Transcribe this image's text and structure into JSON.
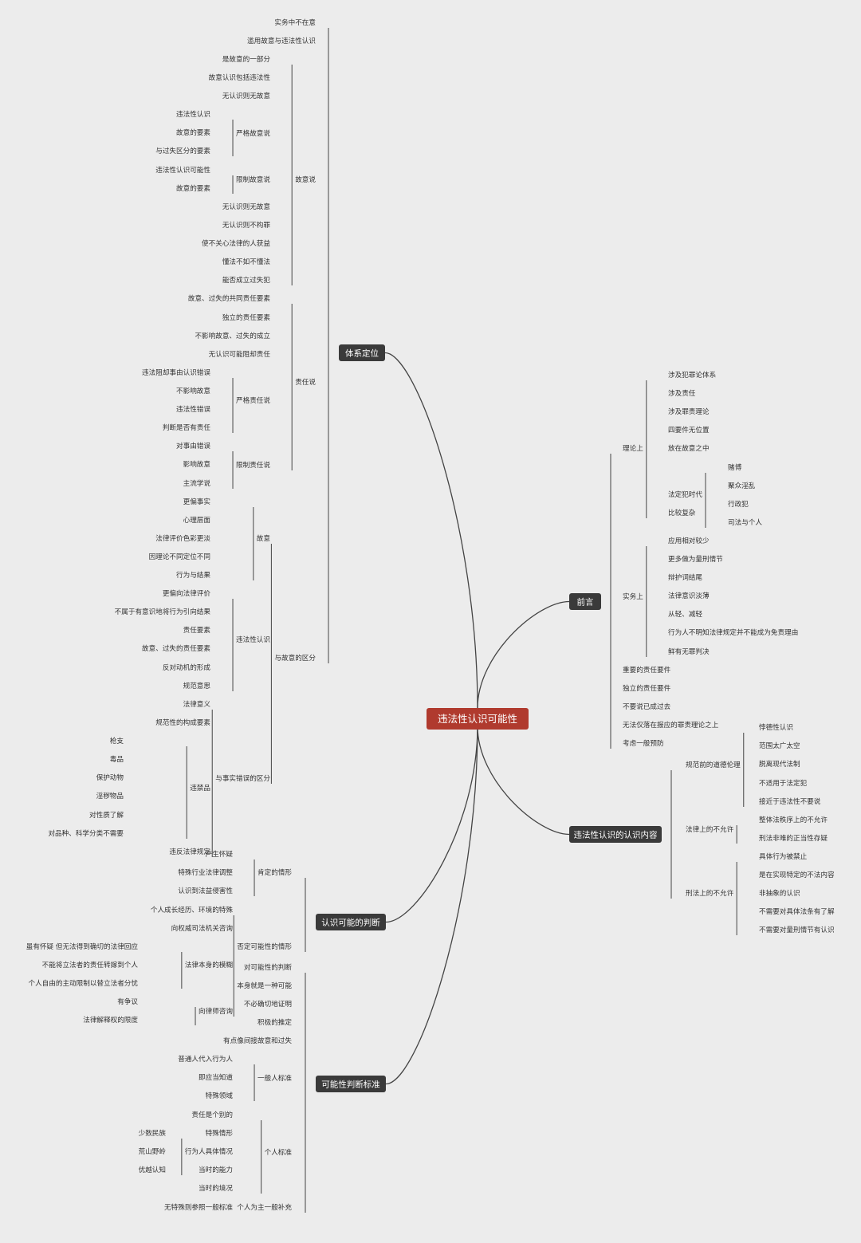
{
  "colors": {
    "background": "#ececec",
    "root": "#b03a2e",
    "topic": "#3a3a3a",
    "line": "#555555",
    "text": "#333333"
  },
  "root": {
    "label": "违法性认识可能性"
  },
  "topics": [
    {
      "id": "t1",
      "label": "体系定位",
      "children": [
        {
          "label": "实务中不在意"
        },
        {
          "label": "滥用故意与违法性认识"
        },
        {
          "label": "故意说",
          "children": [
            {
              "label": "是故意的一部分"
            },
            {
              "label": "故意认识包括违法性"
            },
            {
              "label": "无认识则无故意"
            },
            {
              "label": "严格故意说",
              "children": [
                {
                  "label": "违法性认识"
                },
                {
                  "label": "故意的要素"
                },
                {
                  "label": "与过失区分的要素"
                }
              ]
            },
            {
              "label": "限制故意说",
              "children": [
                {
                  "label": "违法性认识可能性"
                },
                {
                  "label": "故意的要素"
                }
              ]
            },
            {
              "label": "无认识则无故意"
            },
            {
              "label": "无认识则不构罪"
            },
            {
              "label": "使不关心法律的人获益"
            },
            {
              "label": "懂法不如不懂法"
            },
            {
              "label": "能否成立过失犯"
            }
          ]
        },
        {
          "label": "责任说",
          "children": [
            {
              "label": "故意、过失的共同责任要素"
            },
            {
              "label": "独立的责任要素"
            },
            {
              "label": "不影响故意、过失的成立"
            },
            {
              "label": "无认识可能阻却责任"
            },
            {
              "label": "严格责任说",
              "children": [
                {
                  "label": "违法阻却事由认识错误"
                },
                {
                  "label": "不影响故意"
                },
                {
                  "label": "违法性错误"
                },
                {
                  "label": "判断是否有责任"
                }
              ]
            },
            {
              "label": "限制责任说",
              "children": [
                {
                  "label": "对事由错误"
                },
                {
                  "label": "影响故意"
                },
                {
                  "label": "主流学说"
                }
              ]
            }
          ]
        },
        {
          "label": "与故意的区分",
          "children": [
            {
              "label": "故意",
              "children": [
                {
                  "label": "更偏事实"
                },
                {
                  "label": "心理层面"
                },
                {
                  "label": "法律评价色彩更淡"
                },
                {
                  "label": "因理论不同定位不同"
                },
                {
                  "label": "行为与结果"
                }
              ]
            },
            {
              "label": "违法性认识",
              "children": [
                {
                  "label": "更偏向法律评价"
                },
                {
                  "label": "不属于有意识地将行为引向结果"
                },
                {
                  "label": "责任要素"
                },
                {
                  "label": "故意、过失的责任要素"
                },
                {
                  "label": "反对动机的形成"
                },
                {
                  "label": "规范意思"
                }
              ]
            },
            {
              "label": "与事实错误的区分",
              "children": [
                {
                  "label": "法律意义"
                },
                {
                  "label": "规范性的构成要素"
                },
                {
                  "label": "违禁品",
                  "children": [
                    {
                      "label": "枪支"
                    },
                    {
                      "label": "毒品"
                    },
                    {
                      "label": "保护动物"
                    },
                    {
                      "label": "淫秽物品"
                    },
                    {
                      "label": "对性质了解"
                    },
                    {
                      "label": "对品种、科学分类不需要"
                    }
                  ]
                },
                {
                  "label": "违反法律规定"
                }
              ]
            }
          ]
        }
      ]
    },
    {
      "id": "t2",
      "label": "认识可能的判断",
      "children": [
        {
          "label": "肯定的情形",
          "children": [
            {
              "label": "产生怀疑"
            },
            {
              "label": "特殊行业法律调整"
            },
            {
              "label": "认识到法益侵害性"
            }
          ]
        },
        {
          "label": "否定可能性的情形",
          "children": [
            {
              "label": "个人成长经历、环境的特殊"
            },
            {
              "label": "向权威司法机关咨询"
            },
            {
              "label": "法律本身的模糊",
              "children": [
                {
                  "label": "虽有怀疑 但无法得到确切的法律回应"
                },
                {
                  "label": "不能将立法者的责任转嫁到个人"
                },
                {
                  "label": "个人自由的主动限制以替立法者分忧"
                }
              ]
            },
            {
              "label": "向律师咨询",
              "children": [
                {
                  "label": "有争议"
                },
                {
                  "label": "法律解释权的限度"
                }
              ]
            }
          ]
        }
      ]
    },
    {
      "id": "t3",
      "label": "可能性判断标准",
      "children": [
        {
          "label": "对可能性的判断"
        },
        {
          "label": "本身就是一种可能"
        },
        {
          "label": "不必确切地证明"
        },
        {
          "label": "积极的推定"
        },
        {
          "label": "有点像间接故意和过失"
        },
        {
          "label": "一般人标准",
          "children": [
            {
              "label": "普通人代入行为人"
            },
            {
              "label": "即应当知道"
            },
            {
              "label": "特殊领域"
            }
          ]
        },
        {
          "label": "个人标准",
          "children": [
            {
              "label": "责任是个别的"
            },
            {
              "label": "特殊情形"
            },
            {
              "label": "行为人具体情况",
              "children": [
                {
                  "label": "少数民族"
                },
                {
                  "label": "荒山野岭"
                },
                {
                  "label": "优越认知"
                }
              ]
            },
            {
              "label": "当时的能力"
            },
            {
              "label": "当时的境况"
            }
          ]
        },
        {
          "label": "个人为主一般补充",
          "children": [
            {
              "label": "无特殊则参照一般标准"
            }
          ]
        }
      ]
    },
    {
      "id": "t4",
      "label": "前言",
      "children": [
        {
          "label": "理论上",
          "children": [
            {
              "label": "涉及犯罪论体系"
            },
            {
              "label": "涉及责任"
            },
            {
              "label": "涉及罪责理论"
            },
            {
              "label": "四要件无位置"
            },
            {
              "label": "放在故意之中"
            },
            {
              "label": "法定犯时代",
              "children": [
                {
                  "label": "赌博"
                },
                {
                  "label": "聚众淫乱"
                },
                {
                  "label": "行政犯"
                },
                {
                  "label": "司法与个人"
                }
              ]
            },
            {
              "label": "比较复杂"
            }
          ]
        },
        {
          "label": "实务上",
          "children": [
            {
              "label": "应用相对较少"
            },
            {
              "label": "更多做为量刑情节"
            },
            {
              "label": "辩护词结尾"
            },
            {
              "label": "法律意识淡薄"
            },
            {
              "label": "从轻、减轻"
            },
            {
              "label": "行为人不明知法律规定并不能成为免责理由"
            },
            {
              "label": "鲜有无罪判决"
            }
          ]
        },
        {
          "label": "重要的责任要件"
        },
        {
          "label": "独立的责任要件"
        },
        {
          "label": "不要说已成过去"
        },
        {
          "label": "无法仅落在报应的罪责理论之上"
        },
        {
          "label": "考虑一般预防"
        }
      ]
    },
    {
      "id": "t5",
      "label": "违法性认识的认识内容",
      "children": [
        {
          "label": "规范前的道德伦理",
          "children": [
            {
              "label": "悖德性认识"
            },
            {
              "label": "范围太广太空"
            },
            {
              "label": "脱离现代法制"
            },
            {
              "label": "不适用于法定犯"
            },
            {
              "label": "接近于违法性不要说"
            }
          ]
        },
        {
          "label": "法律上的不允许",
          "children": [
            {
              "label": "整体法秩序上的不允许"
            },
            {
              "label": "刑法非难的正当性存疑"
            }
          ]
        },
        {
          "label": "刑法上的不允许",
          "children": [
            {
              "label": "具体行为被禁止"
            },
            {
              "label": "是在实现特定的不法内容"
            },
            {
              "label": "非抽象的认识"
            },
            {
              "label": "不需要对具体法条有了解"
            },
            {
              "label": "不需要对量刑情节有认识"
            }
          ]
        }
      ]
    }
  ]
}
